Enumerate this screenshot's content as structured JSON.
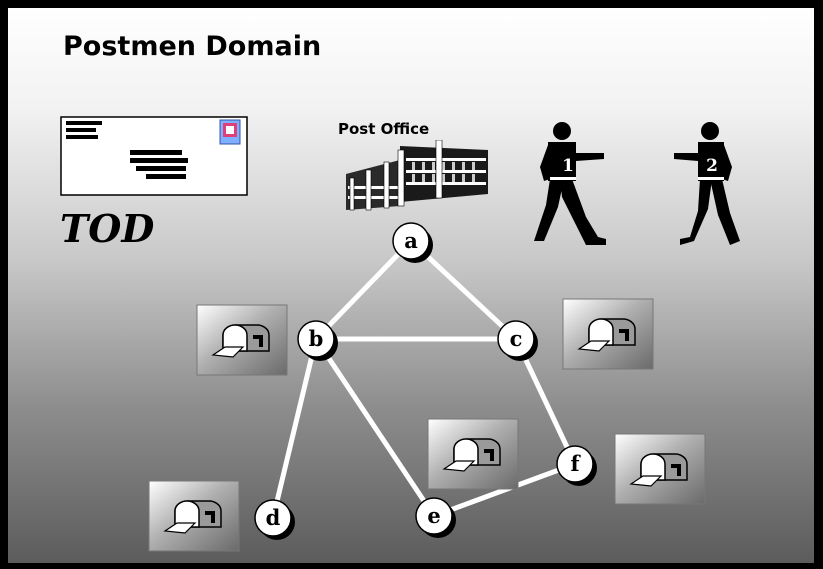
{
  "title": "Postmen Domain",
  "subtitle": "TOD",
  "post_office": {
    "label": "Post Office"
  },
  "postmen": [
    {
      "number": "1"
    },
    {
      "number": "2"
    }
  ],
  "graph": {
    "nodes": [
      "a",
      "b",
      "c",
      "d",
      "e",
      "f"
    ],
    "edges": [
      [
        "a",
        "b"
      ],
      [
        "a",
        "c"
      ],
      [
        "b",
        "c"
      ],
      [
        "b",
        "d"
      ],
      [
        "b",
        "e"
      ],
      [
        "c",
        "f"
      ],
      [
        "e",
        "f"
      ]
    ],
    "mailbox_nodes": [
      "b",
      "c",
      "d",
      "e",
      "f"
    ]
  },
  "colors": {
    "edge": "#ffffff",
    "node_fill": "#ffffff",
    "stamp": "#e0407a"
  },
  "icons": [
    "letter-envelope-icon",
    "post-office-building-icon",
    "postman-walking-icon",
    "mailbox-icon"
  ]
}
